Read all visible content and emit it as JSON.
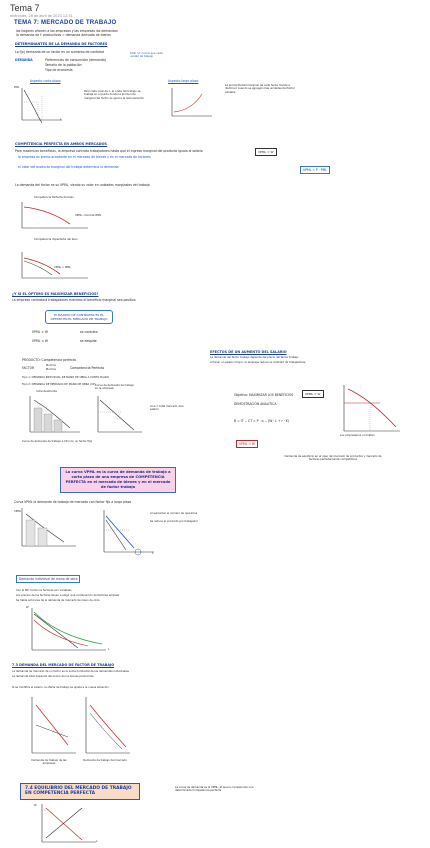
{
  "header": {
    "title": "Tema 7",
    "meta": "miércoles, 26 de abril de 2023     12:31"
  },
  "section_main": {
    "title": "TEMA 7: MERCADO DE TRABAJO",
    "bullets": [
      "los hogares ofrecen a las empresas y las empresas los demandan",
      "la demanda de f. productivos = demanda derivada de bienes"
    ]
  },
  "section_determinants": {
    "heading": "DETERMINANTES DE LA DEMANDA DE FACTORES",
    "line1": "La f(x) demanda de un factor es un aumento de cantidad",
    "factor_label": "DEMANDA",
    "items": [
      "Preferencias de consumidor (demanda)",
      "Tamaño de la población",
      "Tipo de economía"
    ],
    "side_note": "total \"a\" ocurre que cada unidad de trabajo"
  },
  "section_short_run": {
    "left_label": "Aspecto corto plazo",
    "right_label": "Aspecto largo plazo",
    "text_mid": "Para cada nivel de L, el coste del trabajo se trabaja en el punto donde la producción marginal del factor es igual a la remuneración",
    "text_right": "La productividad marginal de cada factor tiende a disminuir cuando se agregan más unidades del factor variable",
    "axis_y": "PML",
    "axis_x": "L"
  },
  "section_competencia": {
    "heading": "COMPETENCIA PERFECTA EN AMBOS MERCADOS",
    "line": "Para maximizar beneficios, la empresa contrata trabajadores hasta que el ingreso marginal del producto iguala al salario",
    "bullet1": "la empresa es precio-aceptante en el mercado de bienes y en el mercado de factores",
    "bullet2": "el valor del producto marginal del trabajo determina la demanda",
    "formula_box": "VPML = W",
    "formula_box2": "VPML = P · PML",
    "demand_line": "La demanda del factor es su VPML, siendo su valor en unidades marginales del trabajo",
    "curve_caption1": "Competencia Perfecta del bien",
    "curve_caption2": "Competencia Imperfecta del bien",
    "label_vpml_perfect": "VPML, coincide IPML",
    "label_vpml_imperfect": "VPML > IPML"
  },
  "section_optimum": {
    "heading": "¿Y SI EL ÓPTIMO ES MAXIMIZAR BENEFICIOS?",
    "line": "La empresa contratará trabajadores mientras el beneficio marginal sea positivo",
    "box_text": "El MÁXIMO DE CONTRATAR ES EL ÓPTIMO EN EL MERCADO DE TRABAJO",
    "cond1": "VPML > W",
    "cond1_note": "se contrata",
    "cond2": "VPML < W",
    "cond2_note": "se despide",
    "factor_table": {
      "header": "PRODUCTO: Competencia perfecta",
      "row_label": "FACTOR",
      "opt1": "Muchos",
      "opt2": "Muchos",
      "result": "Competencia Perfecto"
    },
    "tipo1": "Tipo 1: DEMANDA INDIVIDUAL DE MANO DE OBRA A CORTO PLAZO",
    "tipo2": "Tipo 2: DEMANDA DE MERCADO DE MANO DE OBRA (CP)"
  },
  "section_right_top": {
    "heading": "EFECTOS DE UN AUMENTO DEL SALARIO",
    "line1": "La demanda del factor trabajo depende del precio del factor trabajo",
    "line2": "Al tener un salario mayor, la empresa reduce la cantidad de trabajadores",
    "box1": "VPML = W",
    "objetivo": "Objetivo: MAXIMIZAR LOS BENEFICIOS",
    "derivada": "DEMOSTRACIÓN ANALÍTICA",
    "formula": "B = IT − CT = P · q − (W · L + r · K)",
    "condition": "VPML = W",
    "caption": "Demanda de equilibrio en el caso del mercado de productos y mercado de factores perfectamente competitivos",
    "axis_note": "Los empresarios contratan"
  },
  "section_market_curves": {
    "left_title": "Individualmente",
    "right_title": "Curva de demanda de trabajo en la empresa",
    "caption": "Curva de demanda de trabajo a CP (con un factor fijo)",
    "right_note": "Al w = total mercado dice salario"
  },
  "pink_box": {
    "text": "La curva VPML es la curva de demanda de trabajo a corto plazo de una empresa de COMPETENCIA PERFECTA en el mercado de bienes y en el mercado de factor trabajo"
  },
  "section_lp": {
    "line": "Curva VPML la demanda de trabajo de mercado con factor fijo a largo plazo",
    "note1": "Al aumentar el número de operarios",
    "note2": "Se reduce el producto por trabajador",
    "axis_y": "VPML",
    "axis_x": "L"
  },
  "section_mercado": {
    "box": "Demanda individual de mano de obra",
    "lines": [
      "Con el MP, todos los factores son variables",
      "Los precios de los factores llevan a elegir qué combinación de factores emplear",
      "Se habla entonces de la demanda de mercado de mano de obra"
    ],
    "axis_y": "W",
    "axis_x": "L"
  },
  "section_oferta": {
    "heading": "7.3 DEMANDA DEL MERCADO DE FACTOR DE TRABAJO",
    "lines": [
      "La demanda de mercado de un factor es la suma horizontal de las demandas individuales",
      "La demanda total depende del precio de los bienes producidos"
    ],
    "point_line": "Si se modifica el salario, la oferta de trabajo se ajusta a la nueva situación",
    "caption_left": "Demanda de trabajo de las empresas",
    "caption_right": "Demanda de trabajo del mercado"
  },
  "section_equilibrio": {
    "peach": "7.4 EQUILIBRIO DEL MERCADO DE TRABAJO EN COMPETENCIA PERFECTA",
    "note": "La curva de demanda es la VPML, al que le corresponde una determinada Competencia perfecta",
    "axis_y": "W",
    "axis_x": "L"
  }
}
